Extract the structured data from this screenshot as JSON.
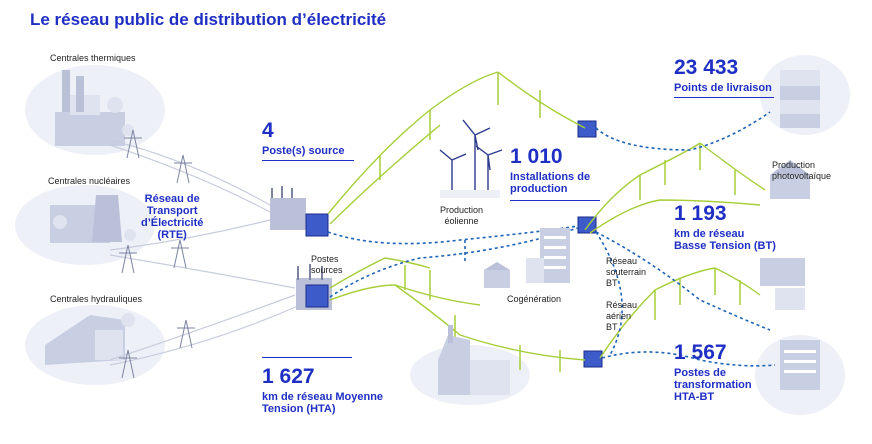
{
  "title": "Le réseau public de distribution d’électricité",
  "plants": {
    "thermal": "Centrales thermiques",
    "nuclear": "Centrales nucléaires",
    "hydro": "Centrales hydrauliques"
  },
  "rte": [
    "Réseau de",
    "Transport",
    "d’Électricité",
    "(RTE)"
  ],
  "postes_sources_label": [
    "Postes",
    "sources"
  ],
  "wind_label": [
    "Production",
    "éolienne"
  ],
  "cogen_label": "Cogénération",
  "pv_label": [
    "Production",
    "photovoltaïque"
  ],
  "underground_label": [
    "Réseau",
    "souterrain",
    "BT"
  ],
  "aerial_label": [
    "Réseau",
    "aérien",
    "BT"
  ],
  "stats": {
    "source_posts": {
      "value": "4",
      "label": "Poste(s) source"
    },
    "installations": {
      "value": "1 010",
      "label": [
        "Installations de",
        "production"
      ]
    },
    "delivery_points": {
      "value": "23 433",
      "label": "Points de livraison"
    },
    "bt_network": {
      "value": "1 193",
      "label": [
        "km de réseau",
        "Basse Tension (BT)"
      ]
    },
    "hta_network": {
      "value": "1 627",
      "label": [
        "km de réseau Moyenne",
        "Tension (HTA)"
      ]
    },
    "transformers": {
      "value": "1 567",
      "label": [
        "Postes de",
        "transformation",
        "HTA-BT"
      ]
    }
  },
  "colors": {
    "accent": "#1f2fc4",
    "line_green": "#a6ce39",
    "dotted_blue": "#1d63b8",
    "building": "#c9cfe2"
  }
}
